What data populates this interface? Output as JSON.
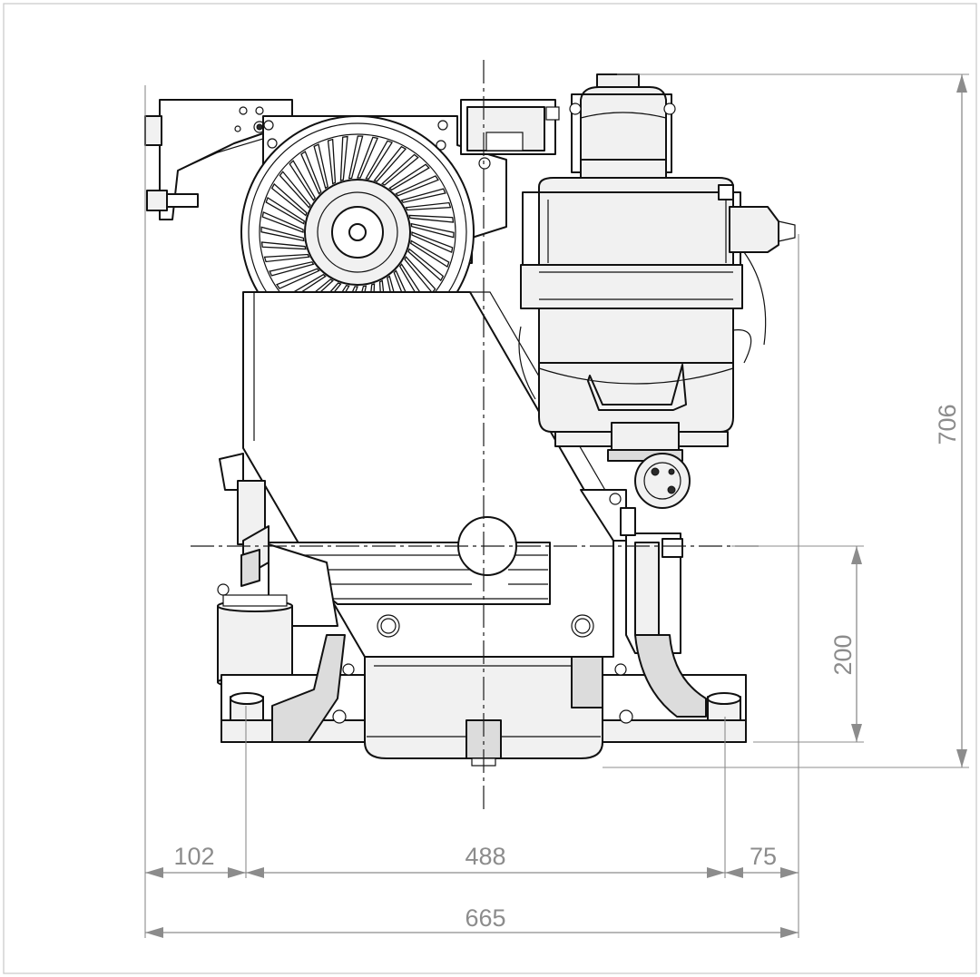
{
  "dimensions": {
    "overall_height": "706",
    "crank_height": "200",
    "left_offset": "102",
    "mount_spacing": "488",
    "right_offset": "75",
    "overall_width": "665"
  }
}
